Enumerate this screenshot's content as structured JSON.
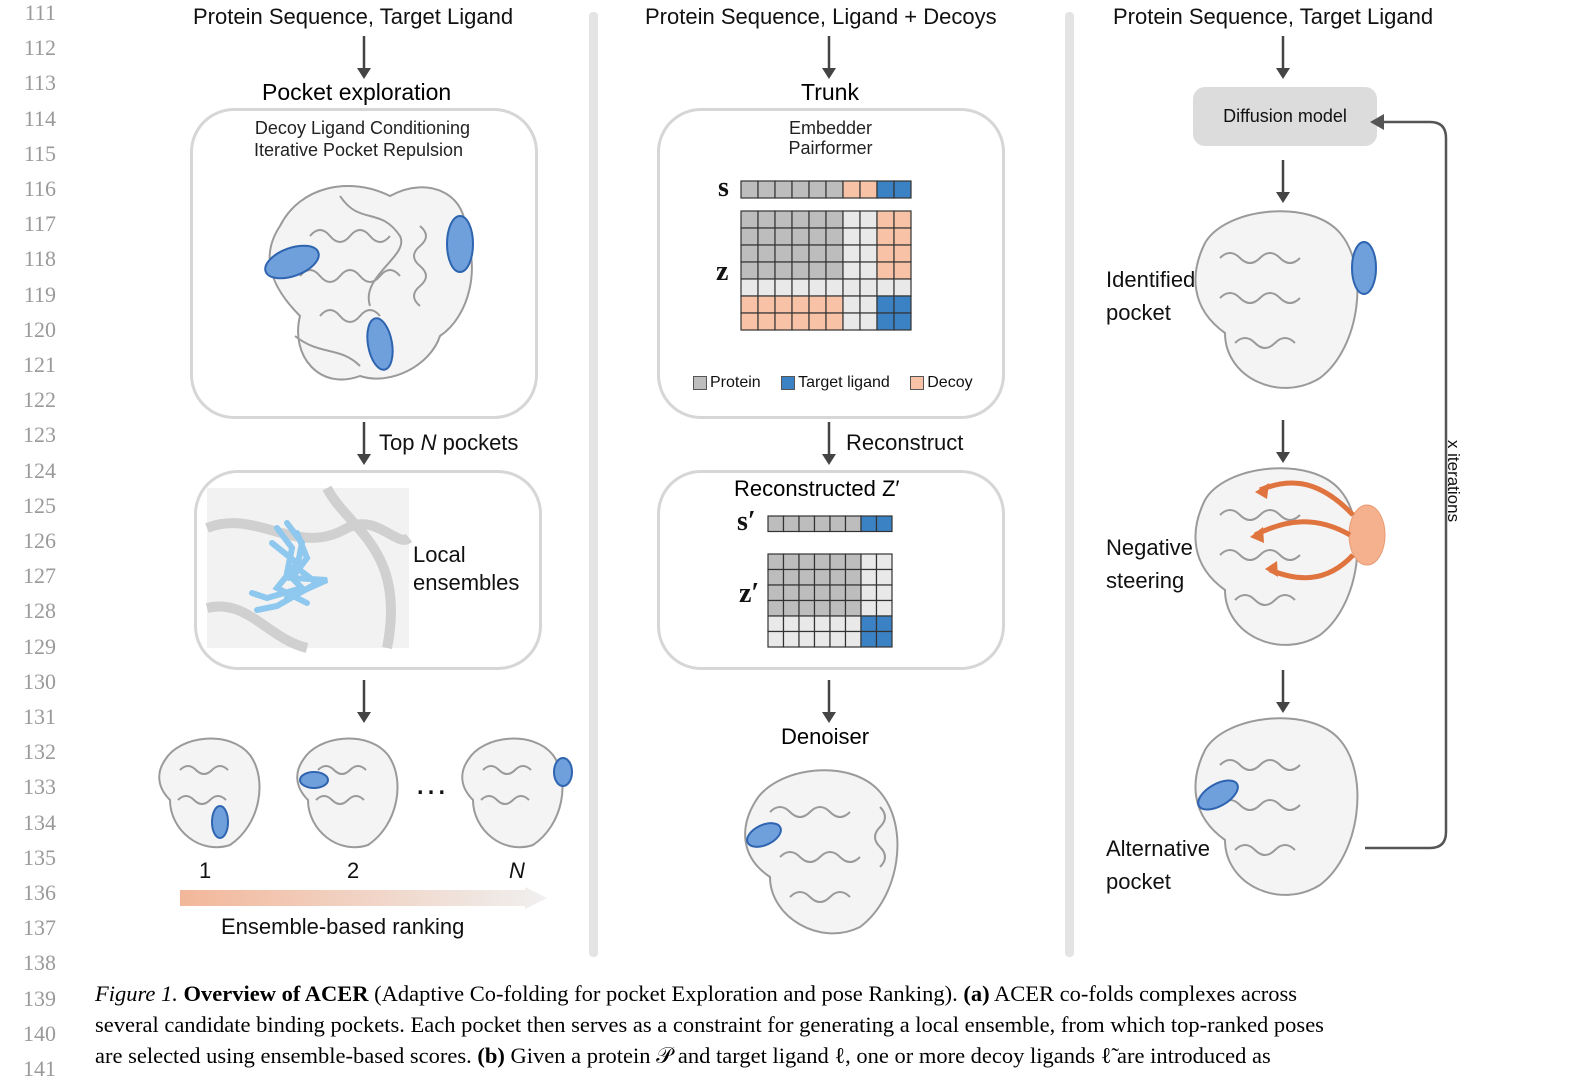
{
  "line_numbers": [
    "111",
    "112",
    "113",
    "114",
    "115",
    "116",
    "117",
    "118",
    "119",
    "120",
    "121",
    "122",
    "123",
    "124",
    "125",
    "126",
    "127",
    "128",
    "129",
    "130",
    "131",
    "132",
    "133",
    "134",
    "135",
    "136",
    "137",
    "138",
    "139",
    "140",
    "141"
  ],
  "panel_a": {
    "input": "Protein Sequence, Target Ligand",
    "stage_title": "Pocket exploration",
    "box_lines": [
      "Decoy Ligand Conditioning",
      "Iterative Pocket Repulsion"
    ],
    "arrow_label_pre": "Top ",
    "arrow_label_italic": "N",
    "arrow_label_post": " pockets",
    "local_label": [
      "Local",
      "ensembles"
    ],
    "ranks": [
      "1",
      "2",
      "N"
    ],
    "ellipsis": "…",
    "ranking_label": "Ensemble-based ranking"
  },
  "panel_b": {
    "input": "Protein Sequence, Ligand + Decoys",
    "stage_title": "Trunk",
    "box_lines": [
      "Embedder",
      "Pairformer"
    ],
    "s_label": "s",
    "z_label": "z",
    "legend": [
      {
        "label": "Protein",
        "color": "#bdbdbd"
      },
      {
        "label": "Target ligand",
        "color": "#3b82c4"
      },
      {
        "label": "Decoy",
        "color": "#f7c2a6"
      }
    ],
    "arrow_label": "Reconstruct",
    "recon_title": "Reconstructed Z′",
    "s_prime": "s′",
    "z_prime": "z′",
    "denoiser": "Denoiser"
  },
  "panel_c": {
    "input": "Protein Sequence, Target Ligand",
    "model": "Diffusion model",
    "labels": [
      [
        "Identified",
        "pocket"
      ],
      [
        "Negative",
        "steering"
      ],
      [
        "Alternative",
        "pocket"
      ]
    ],
    "loop_label": "x iterations"
  },
  "caption": {
    "fig_label": "Figure 1.",
    "title_bold": "Overview of ACER",
    "title_rest": " (Adaptive Co-folding for pocket Exploration and pose Ranking). ",
    "a_tag": "(a)",
    "a_text_1": " ACER co-folds complexes across",
    "line2": "several candidate binding pockets. Each pocket then serves as a constraint for generating a local ensemble, from which top-ranked poses",
    "line3_pre": "are selected using ensemble-based scores. ",
    "b_tag": "(b)",
    "line3_post": " Given a protein 𝒫 and target ligand ℓ, one or more decoy ligands ℓ̃ are introduced as"
  },
  "colors": {
    "protein_gray": "#bdbdbd",
    "target_blue": "#3b82c4",
    "decoy_peach": "#f7c2a6",
    "light_cell": "#e9e9e9",
    "steer_orange": "#e0743f"
  }
}
